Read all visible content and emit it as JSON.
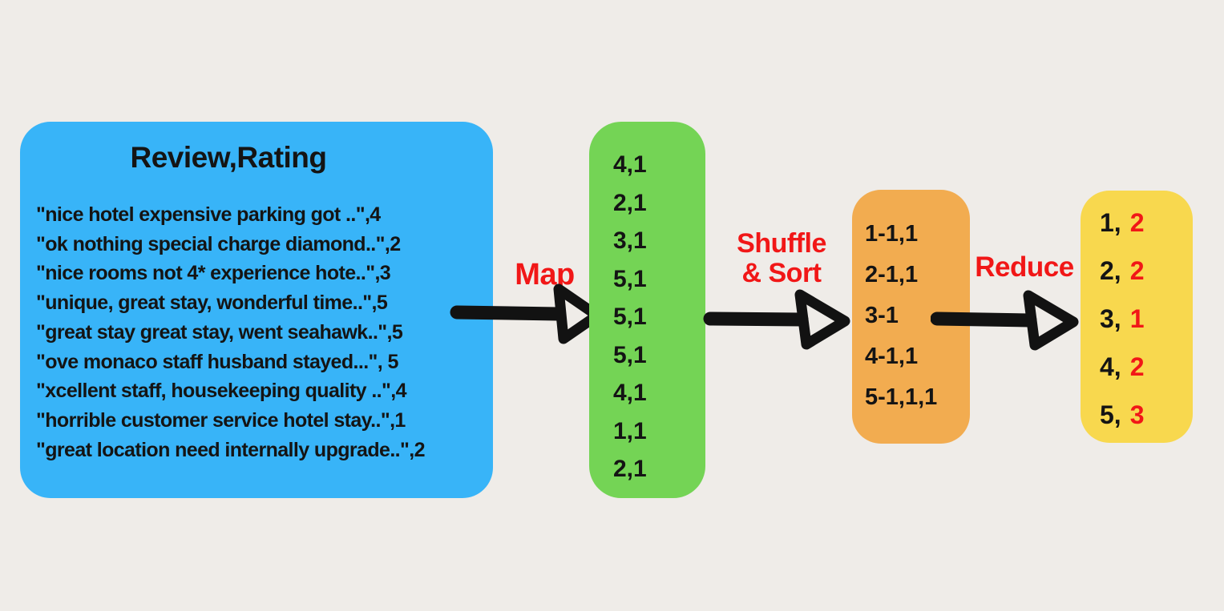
{
  "background_color": "#efece8",
  "colors": {
    "input_box": "#38b4f8",
    "map_output_box": "#74d455",
    "shuffle_output_box": "#f2ac50",
    "reduce_output_box": "#f8d84e",
    "stage_label_red": "#f11717",
    "text_black": "#141414"
  },
  "input_box": {
    "title": "Review,Rating",
    "rows": [
      "\"nice hotel expensive parking got ..\",4",
      "\"ok nothing special charge diamond..\",2",
      "\"nice rooms not 4* experience hote..\",3",
      "\"unique, great stay, wonderful time..\",5",
      "\"great stay great stay, went seahawk..\",5",
      "\"ove monaco staff husband stayed...\", 5",
      "\"xcellent staff, housekeeping quality ..\",4",
      "\"horrible customer service hotel stay..\",1",
      "\"great location need internally upgrade..\",2"
    ]
  },
  "stages": {
    "map_label": "Map",
    "shuffle_label_line1": "Shuffle",
    "shuffle_label_line2": "& Sort",
    "reduce_label": "Reduce"
  },
  "map_output_box": {
    "items": [
      "4,1",
      "2,1",
      "3,1",
      "5,1",
      "5,1",
      "5,1",
      "4,1",
      "1,1",
      "2,1"
    ]
  },
  "shuffle_output_box": {
    "items": [
      "1-1,1",
      "2-1,1",
      "3-1",
      "4-1,1",
      "5-1,1,1"
    ]
  },
  "reduce_output_box": {
    "items": [
      {
        "key": "1,",
        "count": "2"
      },
      {
        "key": "2,",
        "count": "2"
      },
      {
        "key": "3,",
        "count": "1"
      },
      {
        "key": "4,",
        "count": "2"
      },
      {
        "key": "5,",
        "count": "3"
      }
    ]
  }
}
